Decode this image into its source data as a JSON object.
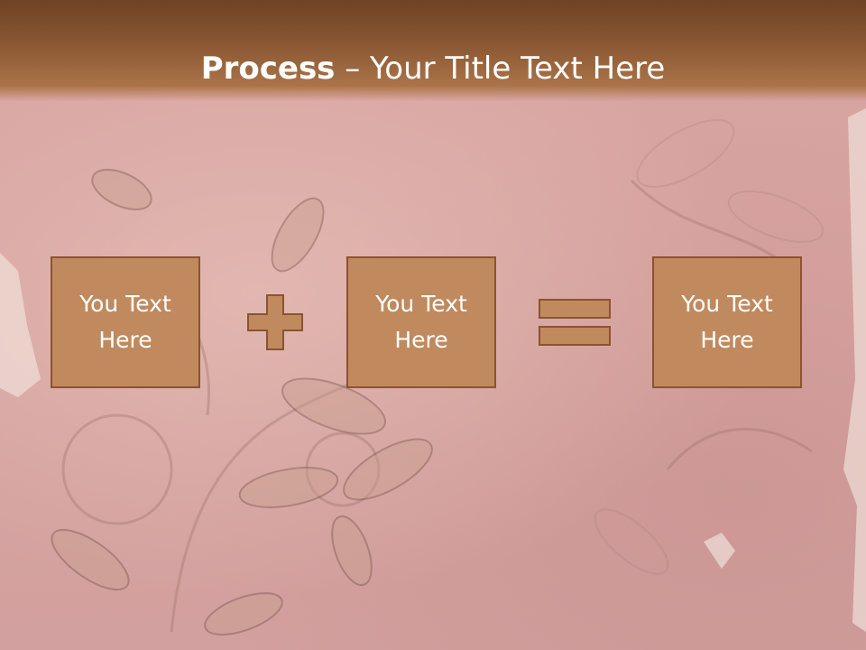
{
  "slide": {
    "title_strong": "Process",
    "title_rest": " – Your Title Text Here"
  },
  "boxes": [
    {
      "line1": "You Text",
      "line2": "Here"
    },
    {
      "line1": "You Text",
      "line2": "Here"
    },
    {
      "line1": "You Text",
      "line2": "Here"
    }
  ],
  "icons": {
    "plus": "plus-icon",
    "equals": "equals-icon"
  },
  "colors": {
    "header": "#8a5833",
    "background": "#d7a3a0",
    "box_fill": "#c08a5e",
    "box_border": "#8a5430",
    "text": "#ffffff"
  }
}
